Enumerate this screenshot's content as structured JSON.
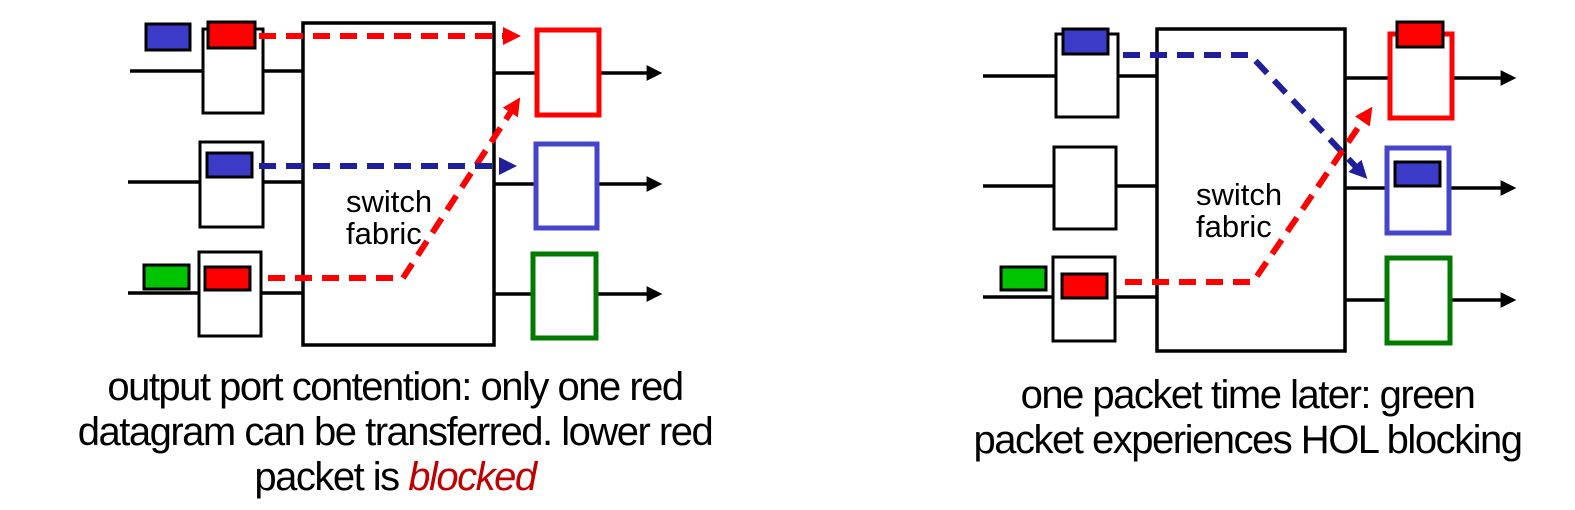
{
  "left_diagram": {
    "fabric_label_line1": "switch",
    "fabric_label_line2": "fabric",
    "caption_line1": "output port contention: only one red",
    "caption_line2": "datagram can be transferred. lower red",
    "caption_line3_prefix": "packet is ",
    "caption_line3_emphasis": "blocked",
    "input_queues": [
      {
        "port": 1,
        "waiting_on_line": "blue",
        "head_of_line": "red"
      },
      {
        "port": 2,
        "waiting_on_line": null,
        "head_of_line": "blue"
      },
      {
        "port": 3,
        "waiting_on_line": "green",
        "head_of_line": "red"
      }
    ],
    "output_ports": [
      {
        "color": "red",
        "packets": []
      },
      {
        "color": "blue",
        "packets": []
      },
      {
        "color": "green",
        "packets": []
      }
    ],
    "flows": [
      {
        "color": "red",
        "from": "input-1-head",
        "to": "red-output-port"
      },
      {
        "color": "blue",
        "from": "input-2-head",
        "to": "blue-output-port"
      },
      {
        "color": "red",
        "from": "input-3-head",
        "to": "red-output-port"
      }
    ]
  },
  "right_diagram": {
    "fabric_label_line1": "switch",
    "fabric_label_line2": "fabric",
    "caption_line1": "one packet time later: green",
    "caption_line2": "packet experiences HOL blocking",
    "input_queues": [
      {
        "port": 1,
        "waiting_on_line": null,
        "head_of_line": "blue"
      },
      {
        "port": 2,
        "waiting_on_line": null,
        "head_of_line": null
      },
      {
        "port": 3,
        "waiting_on_line": "green",
        "head_of_line": "red"
      }
    ],
    "output_ports": [
      {
        "color": "red",
        "packets": [
          "red"
        ]
      },
      {
        "color": "blue",
        "packets": [
          "blue"
        ]
      },
      {
        "color": "green",
        "packets": []
      }
    ],
    "flows": [
      {
        "color": "blue",
        "from": "input-1-head",
        "to": "blue-output-port"
      },
      {
        "color": "red",
        "from": "input-3-head",
        "to": "red-output-port"
      }
    ]
  },
  "colors": {
    "packet_red": "#FF0000",
    "packet_blue": "#3B3BC8",
    "packet_green": "#00C400",
    "queue_outline_red": "#FF0000",
    "queue_outline_blue": "#4545CC",
    "queue_outline_green": "#007B00",
    "dashed_arrow_red": "#FF0000",
    "dashed_arrow_blue": "#1F1F9C",
    "emphasis_text": "#C00000",
    "line_black": "#000000"
  }
}
